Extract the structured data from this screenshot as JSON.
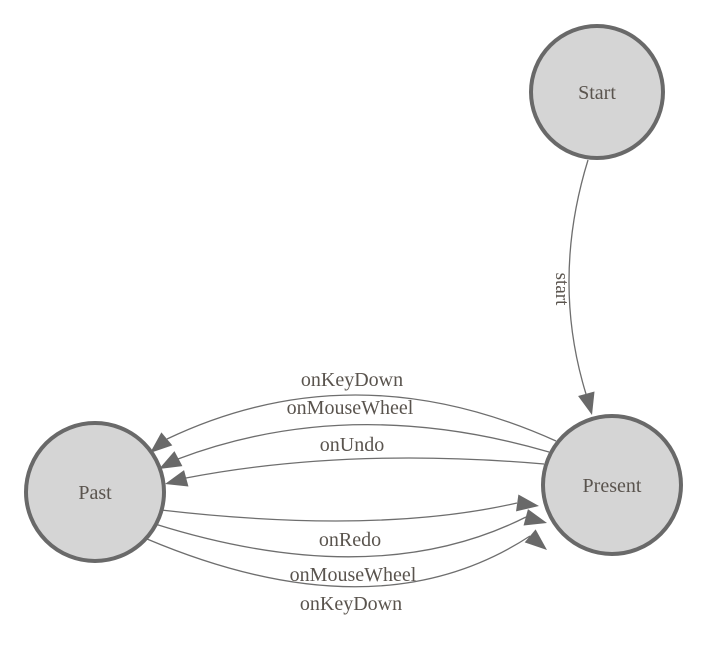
{
  "diagram": {
    "kind": "finite-state-machine",
    "background_color": "#ffffff",
    "colors": {
      "node_fill": "#d5d5d5",
      "node_stroke": "#696969",
      "edge_stroke": "#6e6e6e",
      "arrowhead_fill": "#696969",
      "label_text": "#5a544e"
    },
    "nodes": [
      {
        "id": "start",
        "label": "Start"
      },
      {
        "id": "present",
        "label": "Present"
      },
      {
        "id": "past",
        "label": "Past"
      }
    ],
    "edges": [
      {
        "from": "start",
        "to": "present",
        "label": "start"
      },
      {
        "from": "present",
        "to": "past",
        "label": "onKeyDown"
      },
      {
        "from": "present",
        "to": "past",
        "label": "onMouseWheel"
      },
      {
        "from": "present",
        "to": "past",
        "label": "onUndo"
      },
      {
        "from": "past",
        "to": "present",
        "label": "onRedo"
      },
      {
        "from": "past",
        "to": "present",
        "label": "onMouseWheel"
      },
      {
        "from": "past",
        "to": "present",
        "label": "onKeyDown"
      }
    ]
  }
}
